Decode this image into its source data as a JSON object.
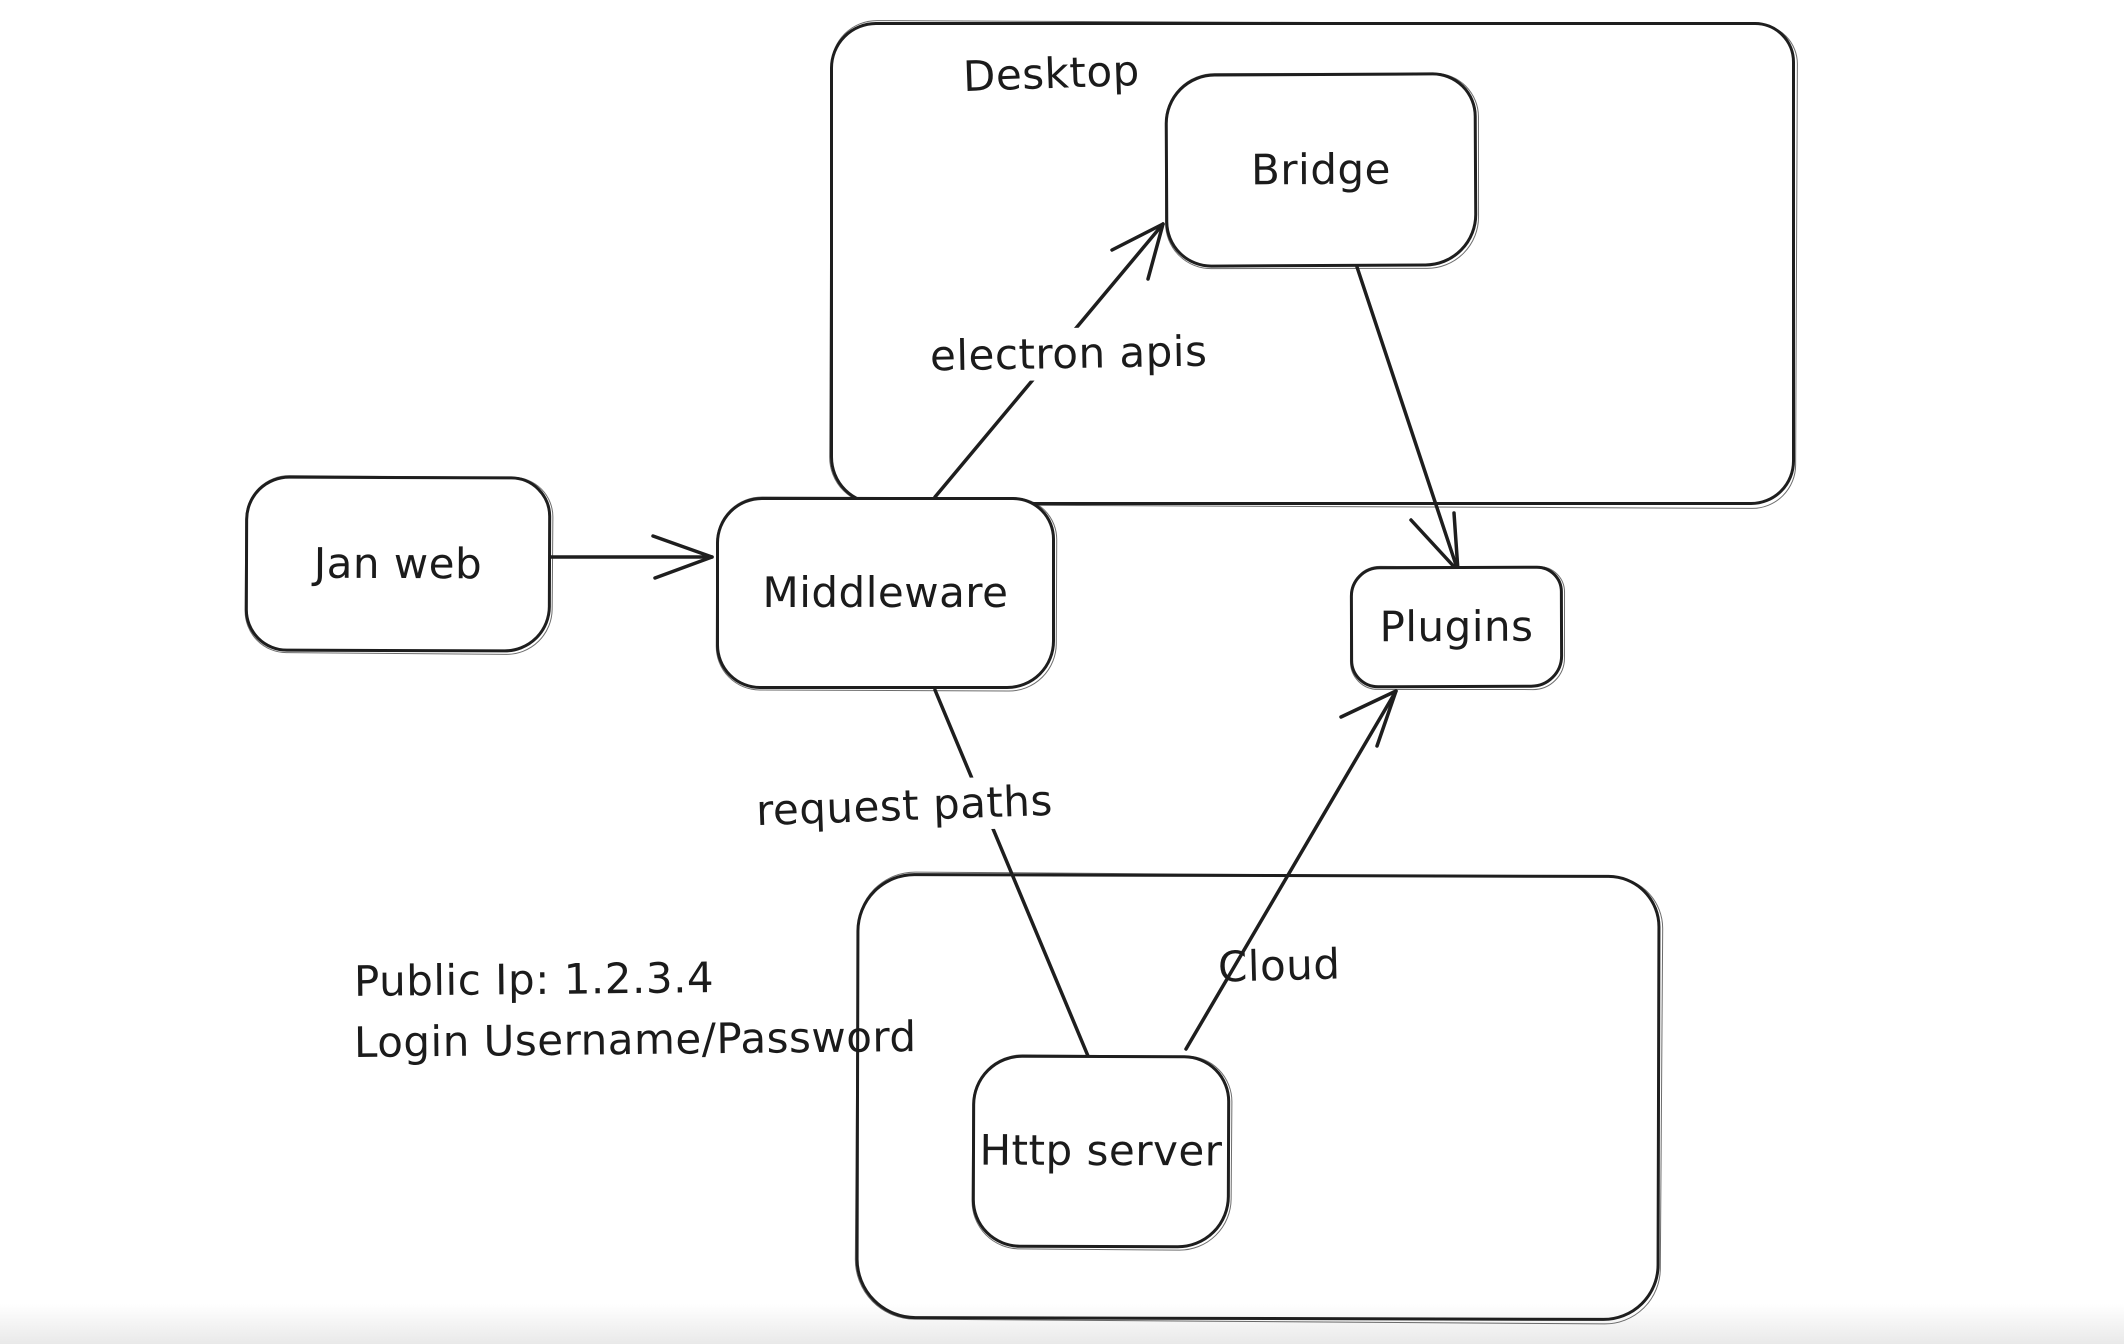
{
  "canvas": {
    "background": "#ffffff",
    "stroke_color": "#1e1e1e",
    "text_color": "#1b1b1b"
  },
  "labels": {
    "desktop": "Desktop",
    "bridge": "Bridge",
    "jan_web": "Jan web",
    "middleware": "Middleware",
    "plugins": "Plugins",
    "cloud": "Cloud",
    "http_server": "Http server",
    "electron_apis": "electron apis",
    "request_paths": "request paths",
    "public_ip": "Public Ip: 1.2.3.4",
    "login": "Login Username/Password"
  },
  "edges": [
    {
      "from": "jan_web",
      "to": "middleware",
      "label": "",
      "arrowhead": "end"
    },
    {
      "from": "middleware",
      "to": "bridge",
      "label": "electron apis",
      "arrowhead": "end"
    },
    {
      "from": "bridge",
      "to": "plugins",
      "label": "",
      "arrowhead": "end"
    },
    {
      "from": "middleware",
      "to": "http_server",
      "label": "request paths",
      "arrowhead": "none"
    },
    {
      "from": "http_server",
      "to": "plugins",
      "label": "",
      "arrowhead": "end"
    }
  ],
  "containers": [
    {
      "id": "desktop",
      "contains": [
        "bridge"
      ]
    },
    {
      "id": "cloud",
      "contains": [
        "http_server"
      ]
    }
  ]
}
